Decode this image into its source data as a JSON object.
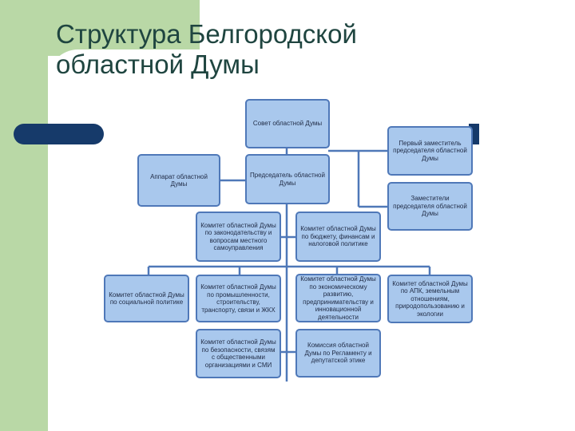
{
  "title": {
    "line1": "Структура Белгородской",
    "line2": "областной Думы"
  },
  "nodes": {
    "sovet": "Совет областной Думы",
    "predsedatel": "Председатель областной Думы",
    "apparat": "Аппарат областной Думы",
    "pervyi_zam": "Первый заместитель председателя областной Думы",
    "zamestiteli": "Заместители председателя областной Думы",
    "kom_zakonodatelstvo": "Комитет областной Думы по законодательству и вопросам местного самоуправления",
    "kom_budzhet": "Комитет областной Думы по бюджету, финансам и налоговой политике",
    "kom_socialnaya": "Комитет областной Думы по социальной политике",
    "kom_promyshlennost": "Комитет областной Думы по промышленности, строительству, транспорту, связи и ЖКХ",
    "kom_ekonomika": "Комитет областной Думы по экономическому развитию, предпринимательству и инновационной деятельности",
    "kom_apk": "Комитет областной Думы по АПК, земельным отношениям, природопользованию и экологии",
    "kom_bezopasnost": "Комитет областной Думы по безопасности, связям с общественными организациями и СМИ",
    "kom_reglament": "Комиссия областной Думы по Регламенту и депутатской этике"
  },
  "colors": {
    "node_fill": "#a9c8ed",
    "node_border": "#4f78b8",
    "line": "#4f78b8",
    "title": "#1f4540",
    "accent_bar": "#163a6a",
    "background_green": "#b9d8a6"
  }
}
